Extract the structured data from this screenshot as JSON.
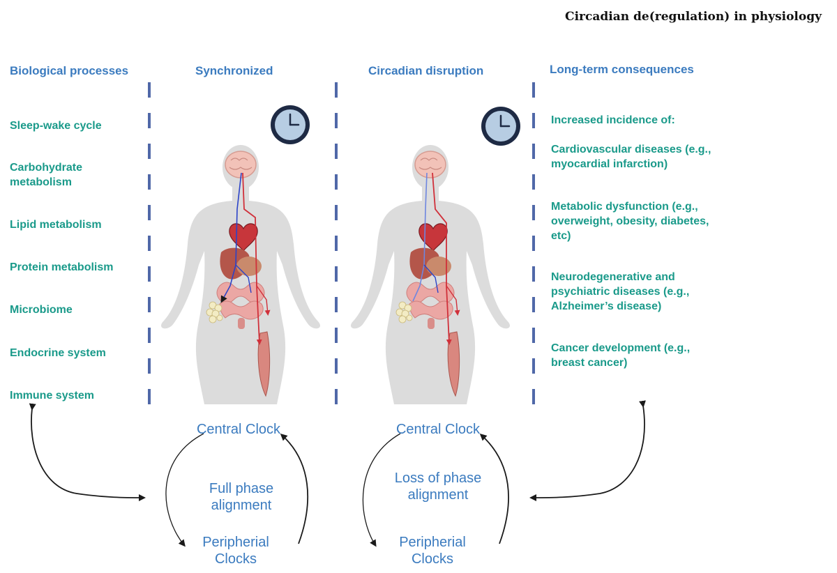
{
  "page_title": "Circadian de(regulation) in physiology",
  "colors": {
    "heading": "#3b7bbf",
    "process_text": "#1a9a8a",
    "divider": "#5068a8",
    "body": "#dcdcdc",
    "clock_face": "#b7cde3",
    "clock_ring": "#1e2a44",
    "artery": "#d0303a",
    "vein": "#2b43c8",
    "arrow": "#1a1a1a"
  },
  "columns": {
    "processes": "Biological processes",
    "synchronized": "Synchronized",
    "disruption": "Circadian disruption",
    "consequences": "Long-term consequences"
  },
  "processes": [
    "Sleep-wake cycle",
    "Carbohydrate metabolism",
    "Lipid metabolism",
    "Protein metabolism",
    "Microbiome",
    "Endocrine system",
    "Immune system"
  ],
  "consequences": {
    "intro": "Increased incidence of:",
    "items": [
      "Cardiovascular diseases (e.g., myocardial infarction)",
      "Metabolic dysfunction (e.g., overweight, obesity, diabetes, etc)",
      "Neurodegenerative and psychiatric diseases (e.g., Alzheimer’s disease)",
      "Cancer development (e.g., breast cancer)"
    ]
  },
  "sync_cycle": {
    "central": "Central Clock",
    "middle": "Full phase alignment",
    "peripheral": "Peripherial Clocks"
  },
  "disruption_cycle": {
    "central": "Central Clock",
    "middle": "Loss of phase alignment",
    "peripheral": "Peripherial Clocks"
  }
}
